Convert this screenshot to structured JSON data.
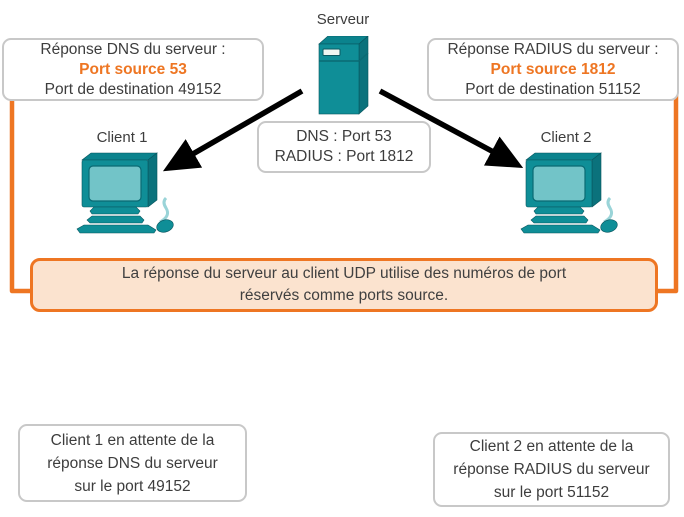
{
  "colors": {
    "teal": "#0f8e97",
    "teal_dark": "#0b727c",
    "teal_mid": "#0b838d",
    "teal_screen": "#72c4c8",
    "teal_cable": "#9ad4d8",
    "orange": "#ee7623",
    "callout_fill": "#fbe3cf",
    "box_border": "#c8c8c8",
    "text": "#3d3d3d",
    "arrow_black": "#000000"
  },
  "server": {
    "label": "Serveur",
    "icon": "server-tower-icon"
  },
  "clients": {
    "client1": {
      "label": "Client 1",
      "icon": "desktop-computer-icon"
    },
    "client2": {
      "label": "Client 2",
      "icon": "desktop-computer-icon"
    }
  },
  "left_response_box": {
    "line1": "Réponse DNS du serveur :",
    "line2": "Port source 53",
    "line3": "Port de destination 49152"
  },
  "right_response_box": {
    "line1": "Réponse RADIUS du serveur :",
    "line2": "Port source 1812",
    "line3": "Port de destination 51152"
  },
  "ports_box": {
    "line1": "DNS : Port 53",
    "line2": "RADIUS : Port 1812"
  },
  "callout": {
    "line1": "La réponse du serveur au client UDP utilise des numéros de port",
    "line2": "réservés comme ports source."
  },
  "bottom_left_box": {
    "line1": "Client 1 en attente de la",
    "line2": "réponse DNS du serveur",
    "line3": "sur le port 49152"
  },
  "bottom_right_box": {
    "line1": "Client 2 en attente de la",
    "line2": "réponse RADIUS du serveur",
    "line3": "sur le port 51152"
  }
}
